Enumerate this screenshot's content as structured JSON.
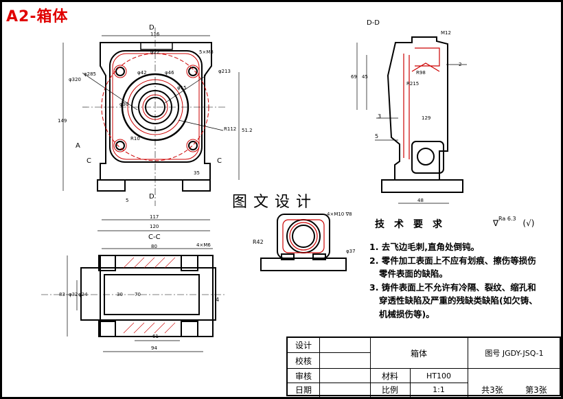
{
  "sheet": {
    "title": "A2-箱体",
    "watermark": "图文设计"
  },
  "views": {
    "top_label": "D",
    "bottom_label": "D",
    "section_dd": "D-D",
    "section_cc": "C-C",
    "arrow_a": "A",
    "arrow_c_left": "C",
    "arrow_c_right": "C"
  },
  "dimensions": {
    "front": [
      "116",
      "φ22",
      "5×M8",
      "φ213",
      "φ42",
      "φ46",
      "φ15",
      "φ30",
      "R10",
      "R112",
      "φ320",
      "φ285",
      "149",
      "51.2",
      "5",
      "117",
      "120",
      "35"
    ],
    "side": [
      "M12",
      "R98",
      "2",
      "R215",
      "69",
      "45",
      "3",
      "129",
      "5",
      "48"
    ],
    "cc": [
      "80",
      "4×M6",
      "4",
      "83",
      "φ32",
      "φ24",
      "30",
      "70",
      "61",
      "94"
    ],
    "small": [
      "4×M10 ∇8",
      "R42",
      "φ37"
    ]
  },
  "tech": {
    "title": "技术要求",
    "roughness_value": "Ra 6.3",
    "roughness_symbol": "(√)",
    "requirements": [
      "1. 去飞边毛刺,直角处倒钝。",
      "2. 零件加工表面上不应有划痕、擦伤等损伤",
      "零件表面的缺陷。",
      "3. 铸件表面上不允许有冷隔、裂纹、缩孔和",
      "穿透性缺陷及严重的残缺类缺陷(如欠铸、",
      "机械损伤等)。"
    ]
  },
  "title_block": {
    "design": "设计",
    "check": "校核",
    "review": "审核",
    "date": "日期",
    "part_name": "箱体",
    "drawing_no": "图号 JGDY-JSQ-1",
    "material_label": "材料",
    "material": "HT100",
    "scale_label": "比例",
    "scale": "1:1",
    "sheets_total": "共3张",
    "sheet_no": "第3张"
  }
}
